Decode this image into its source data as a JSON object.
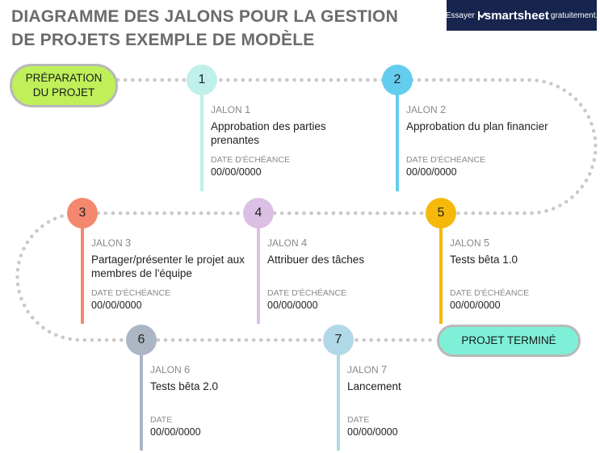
{
  "title": {
    "line1": "DIAGRAMME DES JALONS POUR LA GESTION",
    "line2": "DE PROJETS EXEMPLE DE MODÈLE"
  },
  "cta": {
    "prefix": "Essayer",
    "brand": "smartsheet",
    "suffix": "gratuitement.",
    "background": "#17254e"
  },
  "start": {
    "label": "PRÉPARATION DU PROJET",
    "color": "#bff05a"
  },
  "end": {
    "label": "PROJET TERMINÉ",
    "color": "#7ff0d8"
  },
  "path_color": "#c9c9c9",
  "milestones": [
    {
      "number": "1",
      "label": "JALON",
      "title": "Approbation des parties prenantes",
      "date_label": "DATE D'ÉCHÉANCE",
      "date": "00/00/0000",
      "color": "#bff0ea"
    },
    {
      "number": "2",
      "label": "JALON",
      "title": "Approbation du plan financier",
      "date_label": "DATE D'ÉCHÉANCE",
      "date": "00/00/0000",
      "color": "#64cdef"
    },
    {
      "number": "3",
      "label": "JALON",
      "title": "Partager/présenter le projet aux membres de l'équipe",
      "date_label": "DATE D'ÉCHÉANCE",
      "date": "00/00/0000",
      "color": "#f4886e"
    },
    {
      "number": "4",
      "label": "JALON",
      "title": "Attribuer des tâches",
      "date_label": "DATE D'ÉCHÉANCE",
      "date": "00/00/0000",
      "color": "#dcbfe4"
    },
    {
      "number": "5",
      "label": "JALON",
      "title": "Tests bêta 1.0",
      "date_label": "DATE D'ÉCHÉANCE",
      "date": "00/00/0000",
      "color": "#f6b90a"
    },
    {
      "number": "6",
      "label": "JALON",
      "title": "Tests bêta 2.0",
      "date_label": "DATE",
      "date": "00/00/0000",
      "color": "#aab6c4"
    },
    {
      "number": "7",
      "label": "JALON",
      "title": "Lancement",
      "date_label": "DATE",
      "date": "00/00/0000",
      "color": "#b1d8e6"
    }
  ]
}
